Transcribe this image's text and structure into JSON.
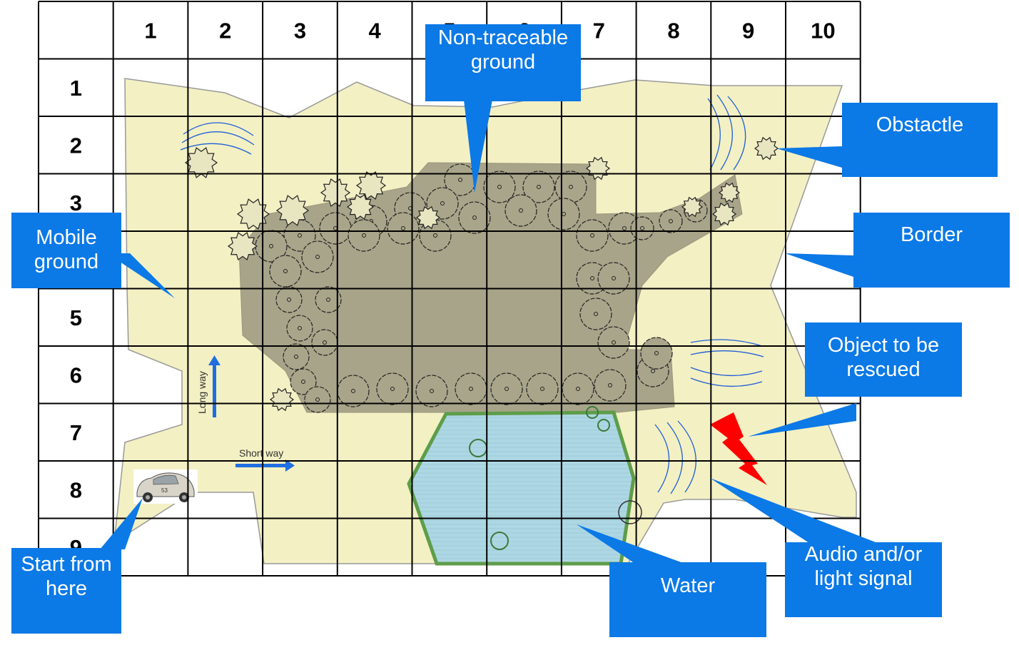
{
  "grid": {
    "columns": [
      "1",
      "2",
      "3",
      "4",
      "5",
      "6",
      "7",
      "8",
      "9",
      "10"
    ],
    "rows": [
      "1",
      "2",
      "3",
      "4",
      "5",
      "6",
      "7",
      "8",
      "9"
    ]
  },
  "map_labels": {
    "long_way": "Long way",
    "short_way": "Short way"
  },
  "callouts": {
    "non_traceable": "Non-traceable ground",
    "obstacle": "Obstactle",
    "border": "Border",
    "mobile_ground": "Mobile ground",
    "object_rescued": "Object to be rescued",
    "audio_light": "Audio and/or light signal",
    "water": "Water",
    "start": "Start from here"
  },
  "colors": {
    "mobile_ground": "#f3f0c4",
    "non_traceable": "#a8a48a",
    "water": "#aed7e4",
    "water_border": "#5e9d4a",
    "callout": "#0b79e6",
    "signal": "#1f5fd6",
    "lightning": "#ff0000",
    "grid_line": "#000000"
  },
  "icons": {
    "car": "car-icon",
    "lightning": "lightning-icon",
    "tree": "tree-icon"
  }
}
